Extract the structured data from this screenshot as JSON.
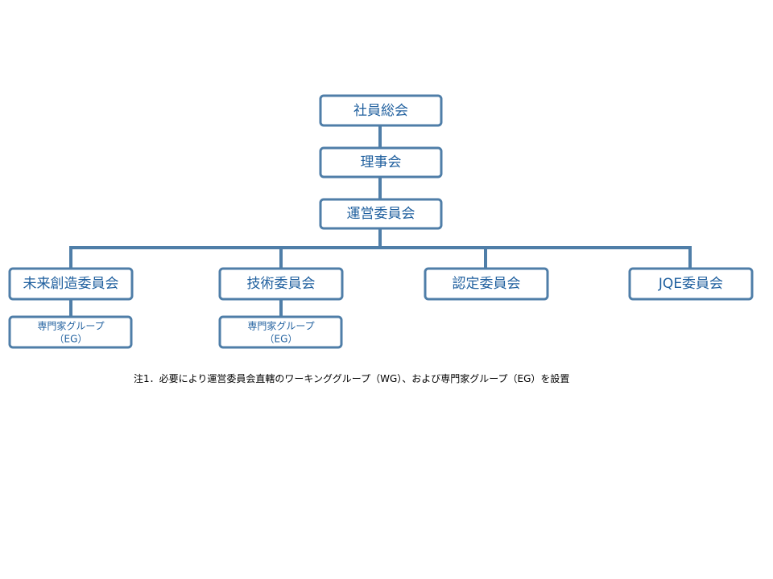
{
  "nodes": {
    "general_assembly": "社員総会",
    "board": "理事会",
    "steering_committee": "運営委員会",
    "future_committee": "未来創造委員会",
    "technical_committee": "技術委員会",
    "certification_committee": "認定委員会",
    "jqe_committee": "JQE委員会",
    "eg_future": {
      "line1": "専門家グループ",
      "line2": "（EG）"
    },
    "eg_technical": {
      "line1": "専門家グループ",
      "line2": "（EG）"
    }
  },
  "note": "注1．必要により運営委員会直轄のワーキンググループ（WG）、および専門家グループ（EG）を設置",
  "colors": {
    "border": "#4f7ea8",
    "text": "#1f5f9e"
  }
}
